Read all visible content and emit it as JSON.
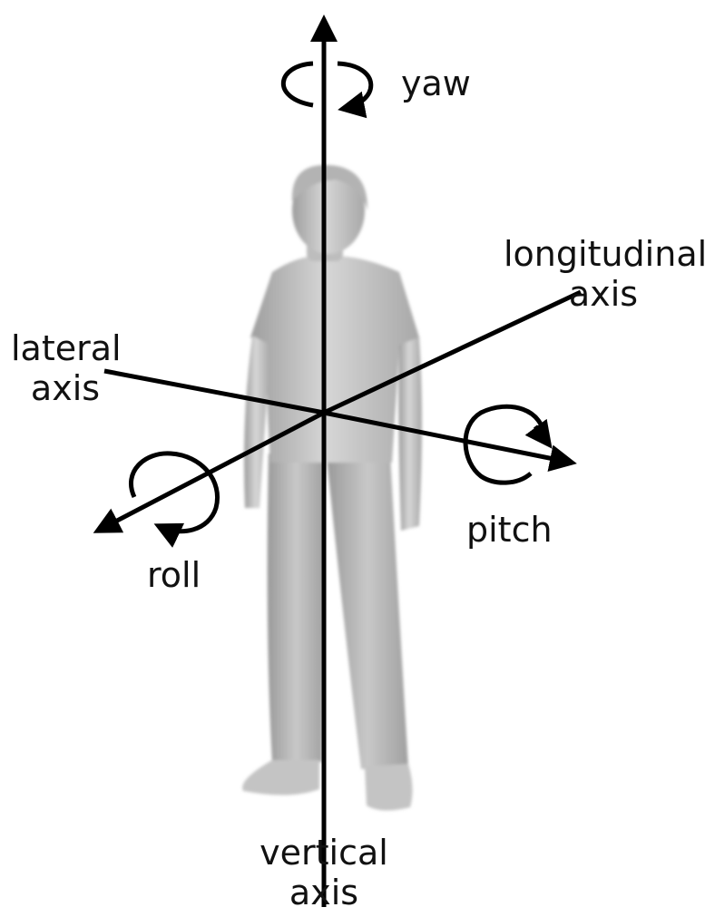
{
  "diagram": {
    "axes": {
      "vertical": [
        "vertical",
        "axis"
      ],
      "longitudinal": [
        "longitudinal",
        "axis"
      ],
      "lateral": [
        "lateral",
        "axis"
      ]
    },
    "rotations": {
      "yaw": "yaw",
      "pitch": "pitch",
      "roll": "roll"
    },
    "colors": {
      "line": "#000000",
      "figure": "#bdbdbd",
      "text": "#111111"
    }
  }
}
